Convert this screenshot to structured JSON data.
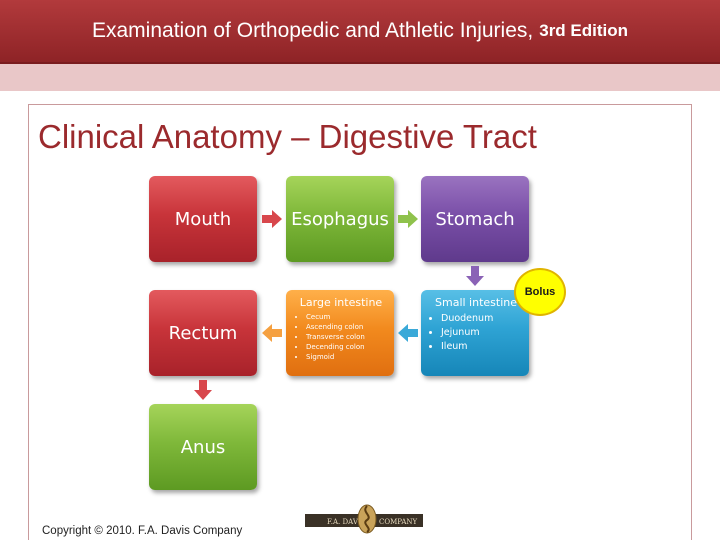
{
  "header": {
    "title": "Examination of Orthopedic and Athletic Injuries,",
    "edition": "3rd Edition"
  },
  "slide": {
    "title": "Clinical Anatomy – Digestive Tract"
  },
  "boxes": {
    "mouth": "Mouth",
    "esophagus": "Esophagus",
    "stomach": "Stomach",
    "rectum": "Rectum",
    "anus": "Anus",
    "large_intestine": {
      "label": "Large intestine",
      "items": [
        "Cecum",
        "Ascending colon",
        "Transverse colon",
        "Decending colon",
        "Sigmoid"
      ]
    },
    "small_intestine": {
      "label": "Small intestine",
      "items": [
        "Duodenum",
        "Jejunum",
        "Ileum"
      ]
    }
  },
  "callout": {
    "bolus": "Bolus"
  },
  "footer": {
    "copyright": "Copyright © 2010. F.A. Davis Company",
    "logo_left": "F.A. DAVIS",
    "logo_right": "COMPANY"
  },
  "colors": {
    "header": "#9b2a2d",
    "red": "#c8343a",
    "green": "#7fb83a",
    "purple": "#7a4fa8",
    "orange": "#f28a1e",
    "blue": "#2ea3d4",
    "bolus": "#ffff00"
  }
}
